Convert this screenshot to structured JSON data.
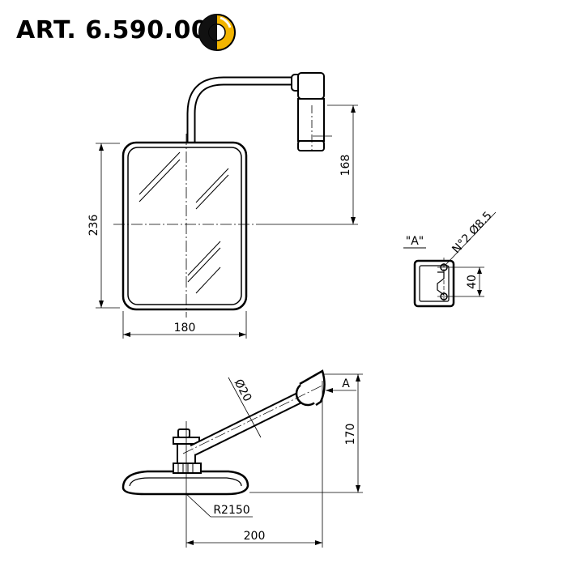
{
  "title": "ART. 6.590.001",
  "logo_colors": {
    "dark": "#111111",
    "accent": "#f2b400"
  },
  "front_view": {
    "height_label": "236",
    "width_label": "180",
    "arm_height_label": "168"
  },
  "detail_a": {
    "label": "\"A\"",
    "holes_label": "N°2 Ø8.5",
    "spacing_label": "40"
  },
  "side_view": {
    "tube_diameter_label": "Ø20",
    "view_marker": "A",
    "height_label": "170",
    "radius_label": "R2150",
    "width_label": "200"
  }
}
